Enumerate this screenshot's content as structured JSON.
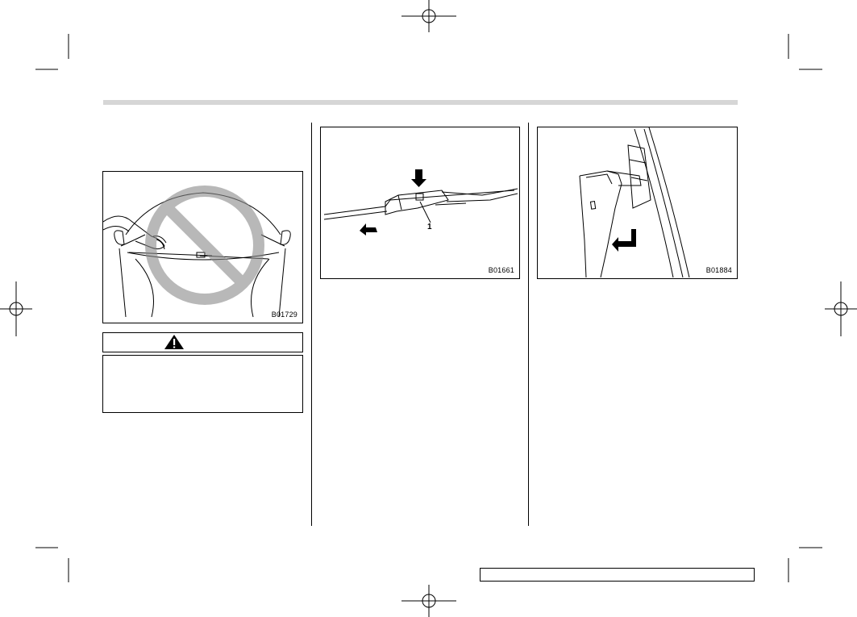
{
  "figures": [
    {
      "code": "B01729",
      "icon": "no-symbol-icon"
    },
    {
      "code": "B01661",
      "callout": "1"
    },
    {
      "code": "B01884"
    }
  ],
  "warning": {
    "icon": "warning-triangle-icon"
  }
}
